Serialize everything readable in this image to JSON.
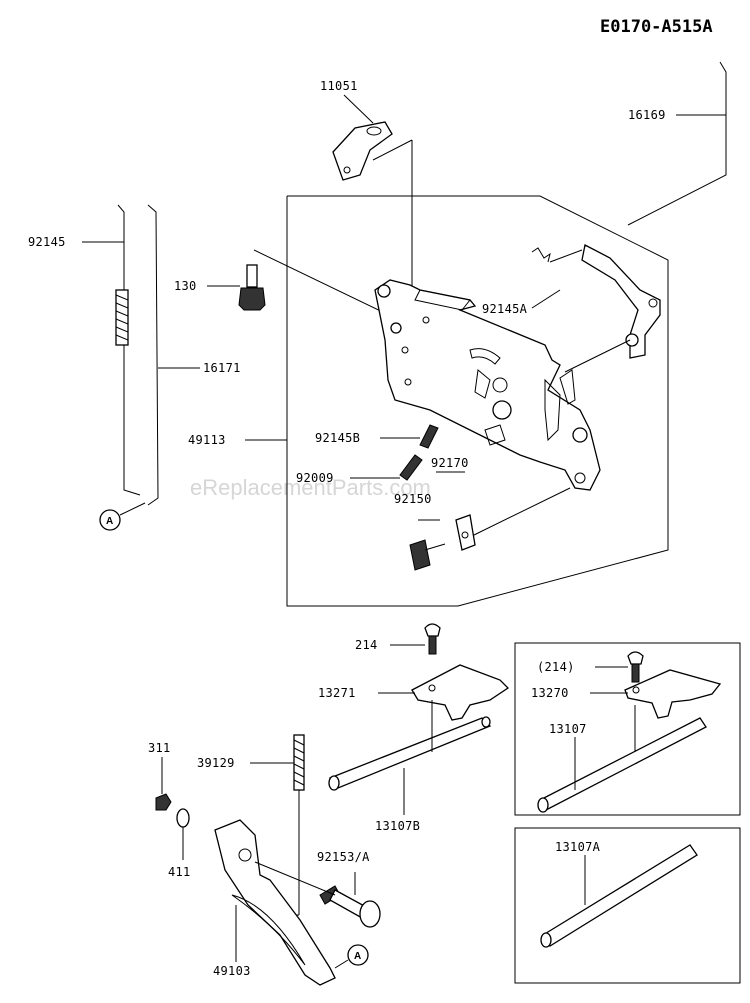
{
  "diagram": {
    "reference_code": "E0170-A515A",
    "watermark": "eReplacementParts.com",
    "connector_label": "A",
    "labels": {
      "p11051": "11051",
      "p16169": "16169",
      "p92145": "92145",
      "p130": "130",
      "p92145A": "92145A",
      "p16171": "16171",
      "p49113": "49113",
      "p92145B": "92145B",
      "p92009": "92009",
      "p92170": "92170",
      "p92150": "92150",
      "p214": "214",
      "p214b": "(214)",
      "p13271": "13271",
      "p13270": "13270",
      "p13107": "13107",
      "p311": "311",
      "p39129": "39129",
      "p13107B": "13107B",
      "p411": "411",
      "p92153A": "92153/A",
      "p13107A": "13107A",
      "p49103": "49103"
    }
  }
}
